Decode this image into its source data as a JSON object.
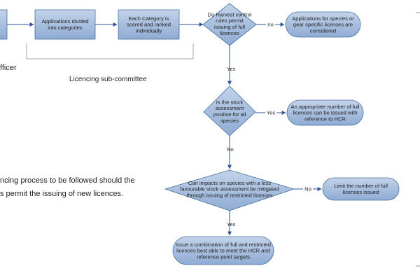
{
  "colors": {
    "shape_fill_top": "#c3d3ea",
    "shape_fill_bottom": "#8fabd3",
    "shape_stroke": "#41719c",
    "connector": "#2f5597",
    "bracket": "#a6a6a6",
    "text": "#1f1f1f"
  },
  "nodes": {
    "step_divide": "Applications divided into categories",
    "step_score": "Each Category is scored and ranked individually",
    "decision_hcr": "Do Harvest control rules permit issuing of full licences",
    "outcome_specific": "Applications for species or gear specific licences are considered",
    "decision_stock": "Is the stock assessment positive for all species",
    "outcome_full": "An appropriate number of full licences can be issued with reference to HCR",
    "decision_impacts": "Can impacts on species with a less favourable stock assessment be mitigated through issuing of restricted licences",
    "outcome_limit": "Limit the number of full licences issued",
    "outcome_combination": "Issue a combination of full and restricted licences best able to meet the HCR and reference point targets"
  },
  "edge_labels": {
    "hcr_no": "no",
    "hcr_yes": "Yes",
    "stock_yes": "Yes",
    "stock_no": "No",
    "impacts_no": "No",
    "impacts_yes": "Yes"
  },
  "annotations": {
    "officer_fragment": "fficer",
    "subcommittee": "Licencing sub-committee",
    "body_line_1": "ncing process to be followed should the",
    "body_line_2": "s permit the issuing of new licences."
  }
}
